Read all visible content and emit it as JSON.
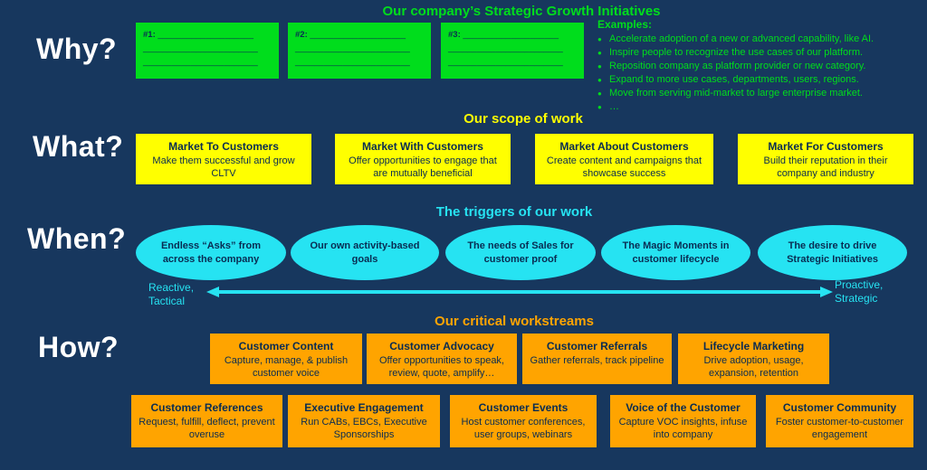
{
  "colors": {
    "bg": "#17375e",
    "green": "#00dd1c",
    "yellow": "#ffff00",
    "cyan": "#26e3f2",
    "orange": "#ffa400",
    "box-text": "#092c52",
    "white": "#ffffff"
  },
  "why": {
    "label": "Why?",
    "title": "Our company’s Strategic Growth Initiatives",
    "boxes": [
      {
        "num": "#1:",
        "line1": "____________________",
        "line2": "________________________",
        "line3": "________________________"
      },
      {
        "num": "#2:",
        "line1": "____________________",
        "line2": "________________________",
        "line3": "________________________"
      },
      {
        "num": "#3:",
        "line1": "____________________",
        "line2": "________________________",
        "line3": "________________________"
      }
    ],
    "examples": {
      "heading": "Examples:",
      "items": [
        "Accelerate adoption of a new or advanced capability, like AI.",
        "Inspire people to recognize the use cases of our platform.",
        "Reposition company as platform provider or new category.",
        "Expand to more use cases, departments, users, regions.",
        "Move from serving mid-market to large enterprise market.",
        "…"
      ]
    }
  },
  "what": {
    "label": "What?",
    "title": "Our scope of work",
    "boxes": [
      {
        "title": "Market To Customers",
        "body": "Make them successful and grow CLTV"
      },
      {
        "title": "Market With Customers",
        "body": "Offer opportunities to engage that are mutually beneficial"
      },
      {
        "title": "Market About Customers",
        "body": "Create content and campaigns that showcase success"
      },
      {
        "title": "Market For Customers",
        "body": "Build their reputation in their company and industry"
      }
    ]
  },
  "when": {
    "label": "When?",
    "title": "The triggers of our work",
    "ellipses": [
      "Endless “Asks” from across the company",
      "Our own activity-based goals",
      "The needs of Sales for customer proof",
      "The Magic Moments in customer lifecycle",
      "The desire to drive Strategic Initiatives"
    ],
    "arrow_left_label": "Reactive,\nTactical",
    "arrow_right_label": "Proactive,\nStrategic"
  },
  "how": {
    "label": "How?",
    "title": "Our critical workstreams",
    "row1": [
      {
        "title": "Customer Content",
        "body": "Capture, manage, & publish customer voice"
      },
      {
        "title": "Customer Advocacy",
        "body": "Offer opportunities to speak, review, quote, amplify…"
      },
      {
        "title": "Customer Referrals",
        "body": "Gather referrals, track pipeline"
      },
      {
        "title": "Lifecycle Marketing",
        "body": "Drive adoption, usage, expansion, retention"
      }
    ],
    "row2": [
      {
        "title": "Customer References",
        "body": "Request, fulfill, deflect, prevent overuse"
      },
      {
        "title": "Executive Engagement",
        "body": "Run CABs, EBCs, Executive Sponsorships"
      },
      {
        "title": "Customer Events",
        "body": "Host customer conferences, user groups, webinars"
      },
      {
        "title": "Voice of the Customer",
        "body": "Capture VOC insights, infuse into company"
      },
      {
        "title": "Customer Community",
        "body": "Foster customer-to-customer engagement"
      }
    ]
  }
}
